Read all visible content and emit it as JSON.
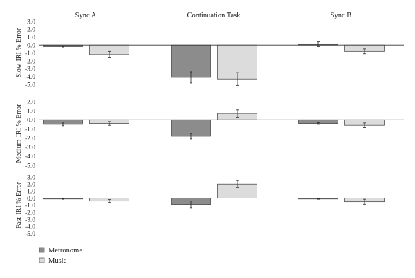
{
  "chart_data": {
    "type": "bar",
    "title": "",
    "column_titles": [
      "Sync A",
      "Continuation Task",
      "Sync B"
    ],
    "legend": [
      "Metronome",
      "Music"
    ],
    "colors": {
      "Metronome": "#8c8c8c",
      "Music": "#dcdcdc"
    },
    "legend_placement": "bottom-left",
    "grid": false,
    "panels": [
      {
        "ylabel": "Slow-IRI % Error",
        "ylim": [
          -5.0,
          3.0
        ],
        "ticks": [
          "3.0",
          "2.0",
          "1.0",
          "0.0",
          "-1.0",
          "-2.0",
          "-3.0",
          "-4.0",
          "-5.0"
        ],
        "series": [
          {
            "name": "Metronome",
            "values": [
              -0.2,
              -4.1,
              0.1
            ],
            "errors": [
              0.05,
              0.7,
              0.3
            ]
          },
          {
            "name": "Music",
            "values": [
              -1.2,
              -4.3,
              -0.8
            ],
            "errors": [
              0.4,
              0.8,
              0.3
            ]
          }
        ]
      },
      {
        "ylabel": "Medium-IRI % Error",
        "ylim": [
          -5.0,
          2.0
        ],
        "ticks": [
          "2.0",
          "1.0",
          "0.0",
          "-1.0",
          "-2.0",
          "-3.0",
          "-4.0",
          "-5.0"
        ],
        "series": [
          {
            "name": "Metronome",
            "values": [
              -0.5,
              -1.8,
              -0.4
            ],
            "errors": [
              0.15,
              0.3,
              0.1
            ]
          },
          {
            "name": "Music",
            "values": [
              -0.4,
              0.7,
              -0.6
            ],
            "errors": [
              0.2,
              0.4,
              0.25
            ]
          }
        ]
      },
      {
        "ylabel": "Fast-IRI % Error",
        "ylim": [
          -5.0,
          3.0
        ],
        "ticks": [
          "3.0",
          "2.0",
          "1.0",
          "0.0",
          "-1.0",
          "-2.0",
          "-3.0",
          "-4.0",
          "-5.0"
        ],
        "series": [
          {
            "name": "Metronome",
            "values": [
              -0.1,
              -0.9,
              -0.1
            ],
            "errors": [
              0.05,
              0.5,
              0.05
            ]
          },
          {
            "name": "Music",
            "values": [
              -0.4,
              2.0,
              -0.5
            ],
            "errors": [
              0.2,
              0.5,
              0.35
            ]
          }
        ]
      }
    ]
  }
}
